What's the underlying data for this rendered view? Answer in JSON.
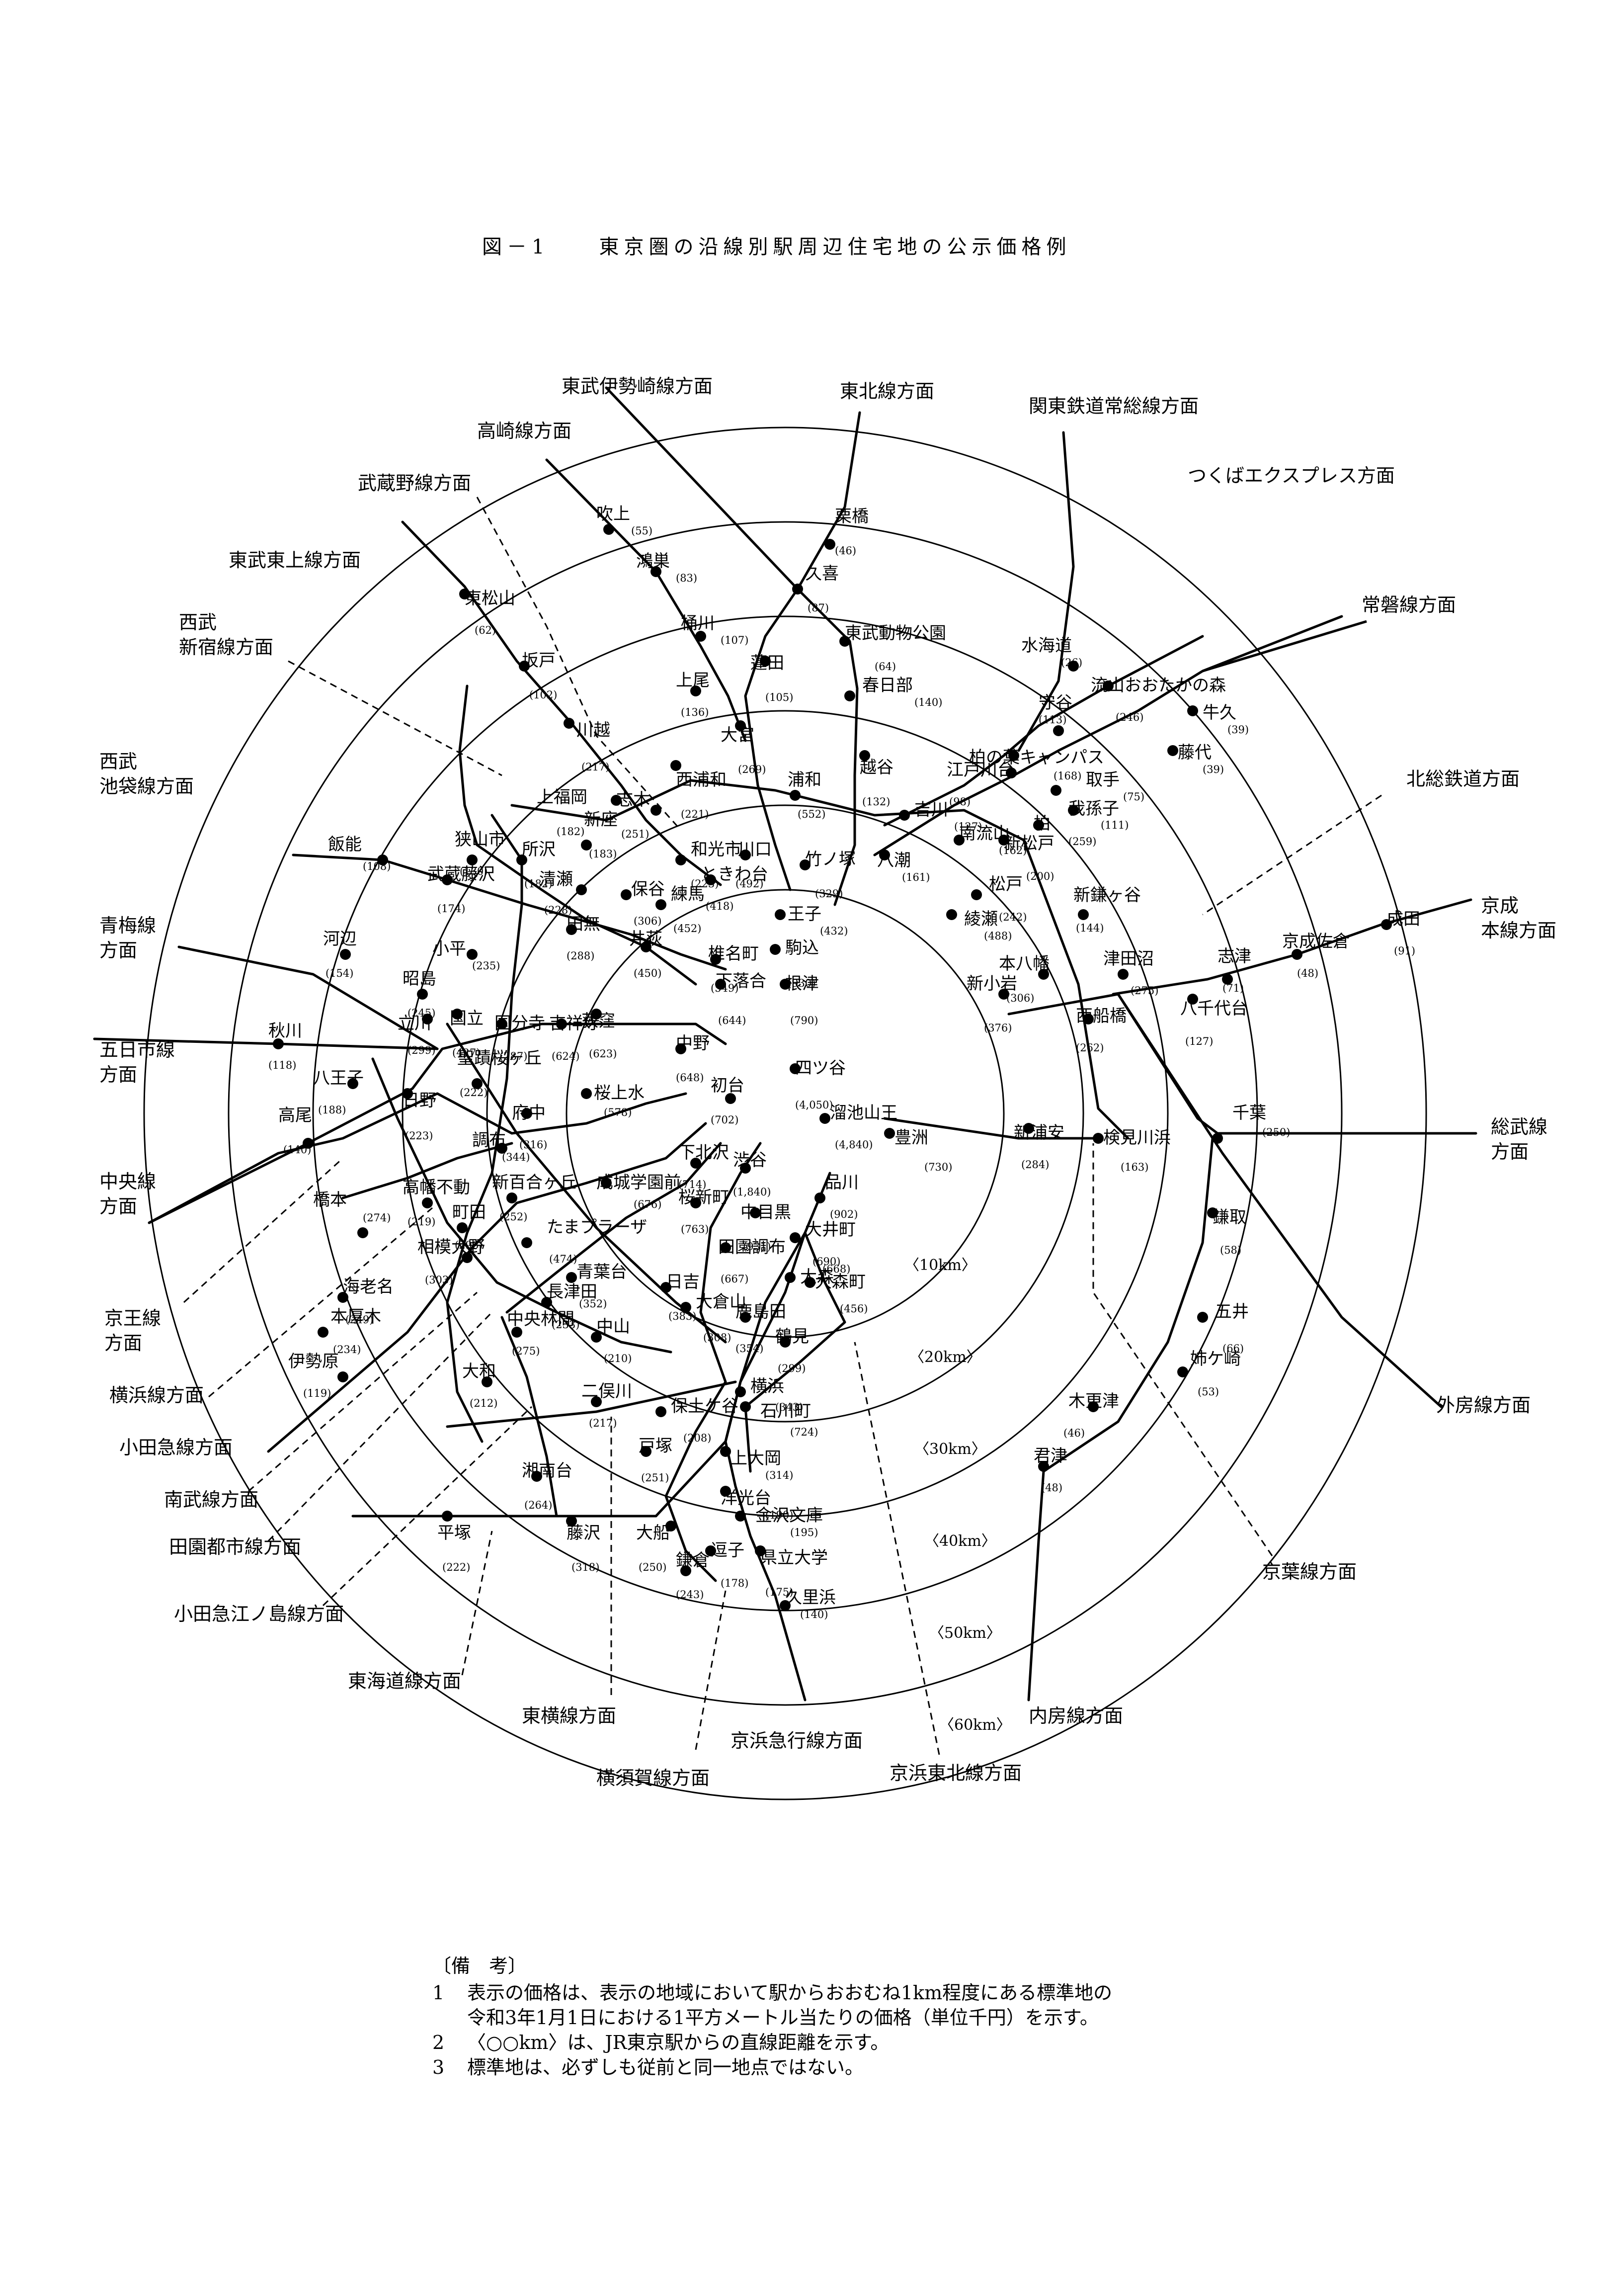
{
  "title": "図－1　　東京圏の沿線別駅周辺住宅地の公示価格例",
  "rings": [
    "〈10km〉",
    "〈20km〉",
    "〈30km〉",
    "〈40km〉",
    "〈50km〉",
    "〈60km〉"
  ],
  "directions": {
    "tobu_isesaki": "東武伊勢崎線方面",
    "tohoku": "東北線方面",
    "kanto_joso": "関東鉄道常総線方面",
    "takasaki": "高崎線方面",
    "tsukuba": "つくばエクスプレス方面",
    "musashino": "武蔵野線方面",
    "tobu_tojo": "東武東上線方面",
    "joban": "常磐線方面",
    "seibu_shinjuku_1": "西武",
    "seibu_shinjuku_2": "新宿線方面",
    "hokuso": "北総鉄道方面",
    "seibu_ikebukuro_1": "西武",
    "seibu_ikebukuro_2": "池袋線方面",
    "keisei_1": "京成",
    "keisei_2": "本線方面",
    "ome_1": "青梅線",
    "ome_2": "方面",
    "itsukaichi_1": "五日市線",
    "itsukaichi_2": "方面",
    "sobu_1": "総武線",
    "sobu_2": "方面",
    "chuo_1": "中央線",
    "chuo_2": "方面",
    "keio_1": "京王線",
    "keio_2": "方面",
    "sotobo": "外房線方面",
    "yokohama": "横浜線方面",
    "odakyu": "小田急線方面",
    "nambu": "南武線方面",
    "denentoshi": "田園都市線方面",
    "keiyo": "京葉線方面",
    "odakyu_enoshima": "小田急江ノ島線方面",
    "tokaido": "東海道線方面",
    "toyoko": "東横線方面",
    "uchibo": "内房線方面",
    "keikyu": "京浜急行線方面",
    "yokosuka": "横須賀線方面",
    "keihin_tohoku": "京浜東北線方面"
  },
  "stations": [
    {
      "name": "栗橋",
      "price": "(46)"
    },
    {
      "name": "久喜",
      "price": "(87)"
    },
    {
      "name": "吹上",
      "price": "(55)"
    },
    {
      "name": "鴻巣",
      "price": "(83)"
    },
    {
      "name": "桶川",
      "price": "(107)"
    },
    {
      "name": "東武動物公園",
      "price": "(64)"
    },
    {
      "name": "水海道",
      "price": "(26)"
    },
    {
      "name": "蓮田",
      "price": "(105)"
    },
    {
      "name": "春日部",
      "price": "(140)"
    },
    {
      "name": "守谷",
      "price": "(113)"
    },
    {
      "name": "流山おおたかの森",
      "price": "(246)"
    },
    {
      "name": "上尾",
      "price": "(136)"
    },
    {
      "name": "東松山",
      "price": "(62)"
    },
    {
      "name": "坂戸",
      "price": "(102)"
    },
    {
      "name": "牛久",
      "price": "(39)"
    },
    {
      "name": "藤代",
      "price": "(39)"
    },
    {
      "name": "柏の葉キャンパス",
      "price": "(168)"
    },
    {
      "name": "取手",
      "price": "(75)"
    },
    {
      "name": "大宮",
      "price": "(269)"
    },
    {
      "name": "越谷",
      "price": "(132)"
    },
    {
      "name": "江戸川台",
      "price": "(98)"
    },
    {
      "name": "我孫子",
      "price": "(111)"
    },
    {
      "name": "川越",
      "price": "(217)"
    },
    {
      "name": "浦和",
      "price": "(552)"
    },
    {
      "name": "西浦和",
      "price": "(221)"
    },
    {
      "name": "吉川",
      "price": "(127)"
    },
    {
      "name": "柏",
      "price": "(259)"
    },
    {
      "name": "上福岡",
      "price": "(182)"
    },
    {
      "name": "志木",
      "price": "(251)"
    },
    {
      "name": "南流山",
      "price": "(162)"
    },
    {
      "name": "新座",
      "price": "(183)"
    },
    {
      "name": "和光市",
      "price": "(223)"
    },
    {
      "name": "川口",
      "price": "(492)"
    },
    {
      "name": "八潮",
      "price": "(161)"
    },
    {
      "name": "新松戸",
      "price": "(200)"
    },
    {
      "name": "飯能",
      "price": "(108)"
    },
    {
      "name": "狭山市",
      "price": "(130)"
    },
    {
      "name": "所沢",
      "price": "(182)"
    },
    {
      "name": "ときわ台",
      "price": "(418)"
    },
    {
      "name": "竹ノ塚",
      "price": "(329)"
    },
    {
      "name": "武蔵藤沢",
      "price": "(174)"
    },
    {
      "name": "清瀬",
      "price": "(228)"
    },
    {
      "name": "保谷",
      "price": "(306)"
    },
    {
      "name": "練馬",
      "price": "(452)"
    },
    {
      "name": "王子",
      "price": "(432)"
    },
    {
      "name": "綾瀬",
      "price": "(488)"
    },
    {
      "name": "松戸",
      "price": "(242)"
    },
    {
      "name": "新鎌ヶ谷",
      "price": "(144)"
    },
    {
      "name": "京成佐倉",
      "price": "(48)"
    },
    {
      "name": "成田",
      "price": "(91)"
    },
    {
      "name": "河辺",
      "price": "(154)"
    },
    {
      "name": "田無",
      "price": "(288)"
    },
    {
      "name": "駒込",
      "price": "(930)"
    },
    {
      "name": "志津",
      "price": "(71)"
    },
    {
      "name": "井荻",
      "price": "(450)"
    },
    {
      "name": "本八幡",
      "price": "(306)"
    },
    {
      "name": "津田沼",
      "price": "(275)"
    },
    {
      "name": "小平",
      "price": "(235)"
    },
    {
      "name": "椎名町",
      "price": "(549)"
    },
    {
      "name": "昭島",
      "price": "(245)"
    },
    {
      "name": "秋川",
      "price": "(118)"
    },
    {
      "name": "国立",
      "price": "(427)"
    },
    {
      "name": "国分寺",
      "price": "(287)"
    },
    {
      "name": "吉祥寺",
      "price": "(624)"
    },
    {
      "name": "荻窪",
      "price": "(623)"
    },
    {
      "name": "下落合",
      "price": "(644)"
    },
    {
      "name": "根津",
      "price": "(790)"
    },
    {
      "name": "新小岩",
      "price": "(376)"
    },
    {
      "name": "西船橋",
      "price": "(262)"
    },
    {
      "name": "八千代台",
      "price": "(127)"
    },
    {
      "name": "立川",
      "price": "(299)"
    },
    {
      "name": "中野",
      "price": "(648)"
    },
    {
      "name": "四ツ谷",
      "price": "(4,050)"
    },
    {
      "name": "聖蹟桜ヶ丘",
      "price": "(222)"
    },
    {
      "name": "初台",
      "price": "(702)"
    },
    {
      "name": "八王子",
      "price": "(188)"
    },
    {
      "name": "日野",
      "price": "(223)"
    },
    {
      "name": "桜上水",
      "price": "(578)"
    },
    {
      "name": "溜池山王",
      "price": "(4,840)"
    },
    {
      "name": "高尾",
      "price": "(140)"
    },
    {
      "name": "府中",
      "price": "(316)"
    },
    {
      "name": "千葉",
      "price": "(250)"
    },
    {
      "name": "調布",
      "price": "(344)"
    },
    {
      "name": "下北沢",
      "price": "(714)"
    },
    {
      "name": "渋谷",
      "price": "(1,840)"
    },
    {
      "name": "豊洲",
      "price": "(730)"
    },
    {
      "name": "新浦安",
      "price": "(284)"
    },
    {
      "name": "検見川浜",
      "price": "(163)"
    },
    {
      "name": "橋本",
      "price": "(274)"
    },
    {
      "name": "高幡不動",
      "price": "(219)"
    },
    {
      "name": "新百合ヶ丘",
      "price": "(252)"
    },
    {
      "name": "成城学園前",
      "price": "(676)"
    },
    {
      "name": "品川",
      "price": "(902)"
    },
    {
      "name": "町田",
      "price": "(296)"
    },
    {
      "name": "桜新町",
      "price": "(763)"
    },
    {
      "name": "中目黒",
      "price": "(931)"
    },
    {
      "name": "鎌取",
      "price": "(58)"
    },
    {
      "name": "大井町",
      "price": "(690)"
    },
    {
      "name": "たまプラーザ",
      "price": "(474)"
    },
    {
      "name": "相模大野",
      "price": "(303)"
    },
    {
      "name": "田園調布",
      "price": "(667)"
    },
    {
      "name": "大森",
      "price": "(668)"
    },
    {
      "name": "海老名",
      "price": "(249)"
    },
    {
      "name": "青葉台",
      "price": "(352)"
    },
    {
      "name": "日吉",
      "price": "(383)"
    },
    {
      "name": "大森町",
      "price": "(456)"
    },
    {
      "name": "本厚木",
      "price": "(234)"
    },
    {
      "name": "長津田",
      "price": "(233)"
    },
    {
      "name": "大倉山",
      "price": "(308)"
    },
    {
      "name": "鹿島田",
      "price": "(354)"
    },
    {
      "name": "五井",
      "price": "(66)"
    },
    {
      "name": "中央林間",
      "price": "(275)"
    },
    {
      "name": "中山",
      "price": "(210)"
    },
    {
      "name": "鶴見",
      "price": "(299)"
    },
    {
      "name": "伊勢原",
      "price": "(119)"
    },
    {
      "name": "姉ケ崎",
      "price": "(53)"
    },
    {
      "name": "大和",
      "price": "(212)"
    },
    {
      "name": "横浜",
      "price": "(343)"
    },
    {
      "name": "二俣川",
      "price": "(217)"
    },
    {
      "name": "保土ケ谷",
      "price": "(208)"
    },
    {
      "name": "石川町",
      "price": "(724)"
    },
    {
      "name": "木更津",
      "price": "(46)"
    },
    {
      "name": "戸塚",
      "price": "(251)"
    },
    {
      "name": "上大岡",
      "price": "(314)"
    },
    {
      "name": "君津",
      "price": "(48)"
    },
    {
      "name": "洋光台",
      "price": "(190)"
    },
    {
      "name": "湘南台",
      "price": "(264)"
    },
    {
      "name": "金沢文庫",
      "price": "(195)"
    },
    {
      "name": "平塚",
      "price": "(222)"
    },
    {
      "name": "藤沢",
      "price": "(318)"
    },
    {
      "name": "大船",
      "price": "(250)"
    },
    {
      "name": "逗子",
      "price": "(178)"
    },
    {
      "name": "県立大学",
      "price": "(175)"
    },
    {
      "name": "鎌倉",
      "price": "(243)"
    },
    {
      "name": "久里浜",
      "price": "(140)"
    }
  ],
  "notes": {
    "heading": "〔備　考〕",
    "items": [
      {
        "num": "1",
        "lines": [
          "表示の価格は、表示の地域において駅からおおむね1km程度にある標準地の",
          "令和3年1月1日における1平方メートル当たりの価格（単位千円）を示す。"
        ]
      },
      {
        "num": "2",
        "lines": [
          "〈○○km〉は、JR東京駅からの直線距離を示す。"
        ]
      },
      {
        "num": "3",
        "lines": [
          "標準地は、必ずしも従前と同一地点ではない。"
        ]
      }
    ]
  }
}
